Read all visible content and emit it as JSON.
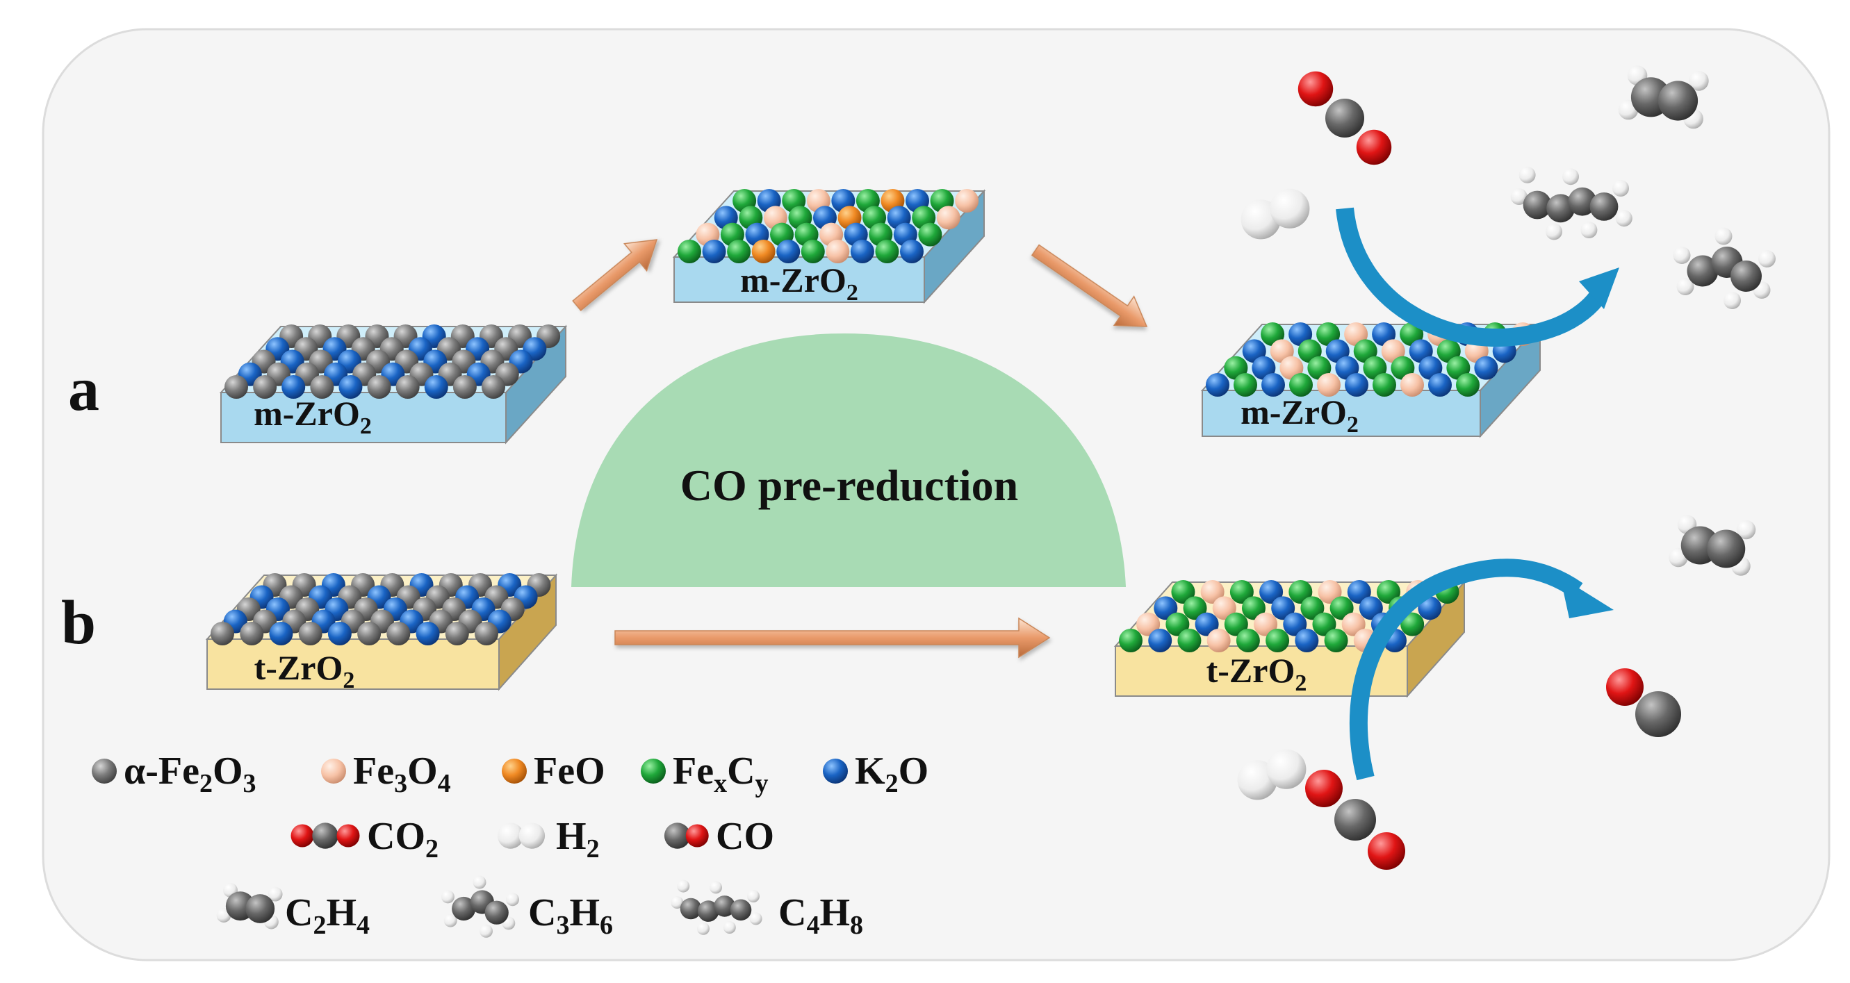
{
  "panels": {
    "a_label": "a",
    "b_label": "b"
  },
  "supports": {
    "m_zro2": {
      "base": "m-ZrO",
      "sub": "2"
    },
    "t_zro2": {
      "base": "t-ZrO",
      "sub": "2"
    }
  },
  "center_label": "CO pre-reduction",
  "colors": {
    "background_panel": "#f5f5f5",
    "panel_border": "#dcdcdc",
    "m_zro2_slab": "#a9d9ef",
    "t_zro2_slab": "#f8e3a0",
    "dome": "#a8dbb4",
    "arrow_orange": "#f1b590",
    "curved_arrow": "#1c8fc7",
    "alpha_fe2o3": "#808080",
    "fe3o4": "#f7c2a6",
    "feo": "#f08a24",
    "fexcy": "#1fa83a",
    "k2o": "#1a64c4",
    "carbon": "#6e6e6e",
    "oxygen": "#e01515",
    "hydrogen": "#f2f2f2"
  },
  "legend": {
    "species": [
      {
        "key": "alpha_fe2o3",
        "parts": [
          "α-Fe",
          "2",
          "O",
          "3"
        ]
      },
      {
        "key": "fe3o4",
        "parts": [
          "Fe",
          "3",
          "O",
          "4"
        ]
      },
      {
        "key": "feo",
        "parts": [
          "FeO"
        ]
      },
      {
        "key": "fexcy",
        "parts": [
          "Fe",
          "x",
          "C",
          "y"
        ]
      },
      {
        "key": "k2o",
        "parts": [
          "K",
          "2",
          "O"
        ]
      }
    ],
    "gases": [
      {
        "key": "co2",
        "parts": [
          "CO",
          "2"
        ]
      },
      {
        "key": "h2",
        "parts": [
          "H",
          "2"
        ]
      },
      {
        "key": "co",
        "parts": [
          "CO"
        ]
      }
    ],
    "olefins": [
      {
        "key": "c2h4",
        "parts": [
          "C",
          "2",
          "H",
          "4"
        ]
      },
      {
        "key": "c3h6",
        "parts": [
          "C",
          "3",
          "H",
          "6"
        ]
      },
      {
        "key": "c4h8",
        "parts": [
          "C",
          "4",
          "H",
          "8"
        ]
      }
    ]
  }
}
